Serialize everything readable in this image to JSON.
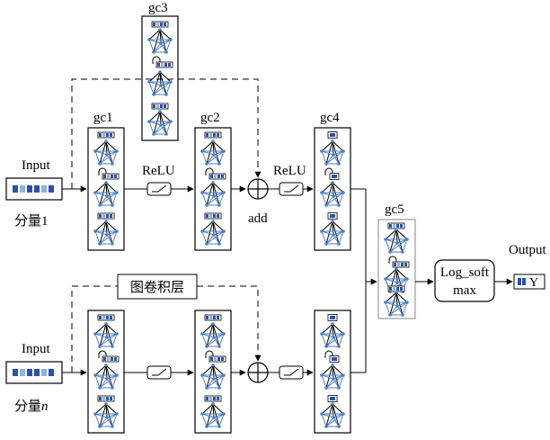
{
  "labels": {
    "input_top": "Input",
    "input_bottom": "Input",
    "component_1": "分量1",
    "component_n_prefix": "分量",
    "component_n_suffix": "n",
    "gc1": "gc1",
    "gc2": "gc2",
    "gc3": "gc3",
    "gc4": "gc4",
    "gc5": "gc5",
    "relu_1": "ReLU",
    "relu_2": "ReLU",
    "add": "add",
    "graph_conv_layer": "图卷积层",
    "log_softmax_line1": "Log_soft",
    "log_softmax_line2": "max",
    "output": "Output",
    "output_symbol": "Y"
  },
  "colors": {
    "stroke": "#000000",
    "graph_node": "#4a7fc8",
    "graph_edge": "#4a7fc8",
    "feature_cell": "#2a52a8",
    "feature_cell_light": "#8fb1e6",
    "gc5_border": "#9a9a9a"
  }
}
